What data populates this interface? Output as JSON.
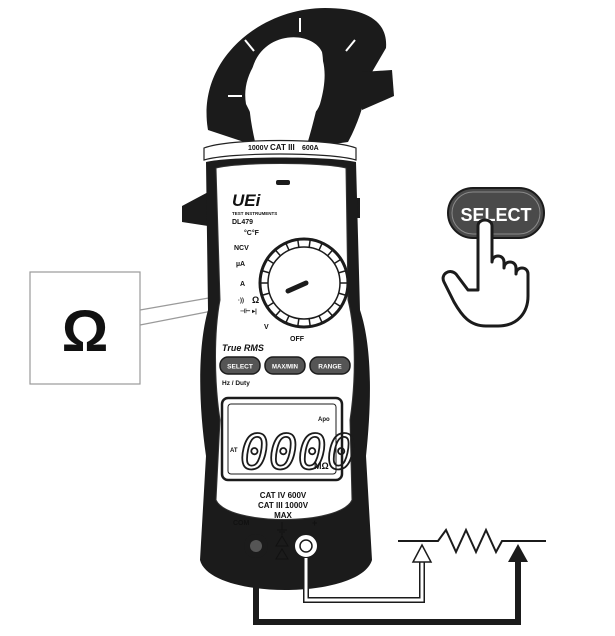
{
  "meter": {
    "brand": "UEi",
    "brand_sub": "TEST INSTRUMENTS",
    "model": "DL479",
    "jaw_rating_left": "1000V",
    "jaw_rating_mid": "CAT III",
    "jaw_rating_right": "600A",
    "dial_labels": {
      "temp": "°C°F",
      "ncv": "NCV",
      "ua": "µA",
      "a": "A",
      "ohm": "Ω",
      "v": "V",
      "off": "OFF"
    },
    "true_rms": "True RMS",
    "buttons": {
      "select": "SELECT",
      "maxmin": "MAX/MIN",
      "range": "RANGE"
    },
    "hz_duty": "Hz / Duty",
    "display": {
      "digits": "0000",
      "apo": "Apo",
      "at": "AT",
      "unit": "MΩ"
    },
    "cat_line1": "CAT IV 600V",
    "cat_line2": "CAT III 1000V",
    "cat_line3": "MAX",
    "com": "COM",
    "plus": "+"
  },
  "callout": {
    "symbol": "Ω"
  },
  "select_hint": {
    "label": "SELECT"
  },
  "colors": {
    "body_dark": "#1a1a1a",
    "body_mid": "#8a8a8a",
    "button_fill": "#555555"
  }
}
